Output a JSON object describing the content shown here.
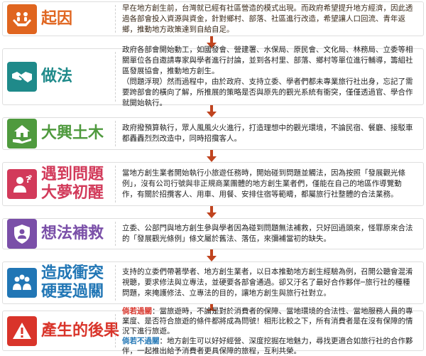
{
  "rows": [
    {
      "title": "起因",
      "color": "#e0651f",
      "icon": "hands-people-icon",
      "text": "早在地方創生前，台灣就已經有社區營造的模式出現。而政府希望提升地方經濟，因此透過各部會投入資源與資金，針對鄉村、部落、社區進行改造，希望讓人口回流、青年返鄉，推動地方政策達到自給自足。"
    },
    {
      "title": "做法",
      "color": "#1f8a8a",
      "icon": "handshake-icon",
      "text1": "政府各部會開始動工，如國發會、營建署、水保局、原民會、文化局、林務局、立委等相關單位各自邀請專家與學者進行討論，並到各村里、部落、鄉村等單位進行輔導，籌組社區發展協會，推動地方創生。",
      "text2": "（問題浮現）然而過程中，由於政府、支持立委、學者們都未專業旅行社出身，忘記了需要跨部會的橫向了解，所推展的策略是否與原先的觀光系統有衝突，僅僅透過官、學合作就開始執行。"
    },
    {
      "title": "大興土木",
      "color": "#4f9a3e",
      "icon": "house-hand-icon",
      "text": "政府撥預算執行，眾人風風火火進行，打造理想中的觀光環境，不論民宿、餐廳、接駁車都轟轟烈烈改造中，同時招攬客人。"
    },
    {
      "title1": "遇到問題",
      "title2": "大夢初醒",
      "color": "#d23a5a",
      "icon": "worried-person-icon",
      "text": "當地方創生業者開始執行小旅遊任務時，開始碰到問題並觸法，因為按照「發展觀光條例」，沒有公司行號與非正規商業團體的地方創生業者們，僅能在自己的地區作導覽動作，有關於招攬客人、用車、用餐、安排住宿等範疇，都屬旅行社整體的合法業務。"
    },
    {
      "title": "想法補救",
      "color": "#7a4fa8",
      "icon": "shield-person-icon",
      "text": "立委、公部門與地方創生參與學者因為碰到問題無法補救，只好回過頭來，怪罪原來合法的「發展觀光條例」條文屬於舊法、落伍，來彌補當初的缺失。"
    },
    {
      "title1": "造成衝突",
      "title2": "硬要過關",
      "color": "#2176b5",
      "icon": "people-group-icon",
      "text": "支持的立委們帶著學者、地方創生業者，以日本推動地方創生經驗為例，召開公聽會混淆視聽，要求修法與立專法，並硬要各部會通過。卻又汙名了最好合作夥伴─旅行社的種種問題，來掩護修法、立專法的目的，讓地方創生與旅行社對立。"
    },
    {
      "title": "產生的後果",
      "color": "#d9342a",
      "icon": "warning-icon",
      "label1": "倘若過關",
      "text1": "：當旅遊時，不論是對於消費者的保障、當地環境的合法性、當地服務人員的專業度、是否符合旅遊的條件都將成為問號！相形比較之下，所有消費者是在沒有保障的情況下進行旅遊。",
      "label2": "倘若不過關",
      "text2": "：地方創生可以好好經營、深度挖掘在地魅力，尋找更適合如旅行社的合作夥伴，一起推出給予消費者更具保障的旅程，互利共榮。"
    }
  ]
}
